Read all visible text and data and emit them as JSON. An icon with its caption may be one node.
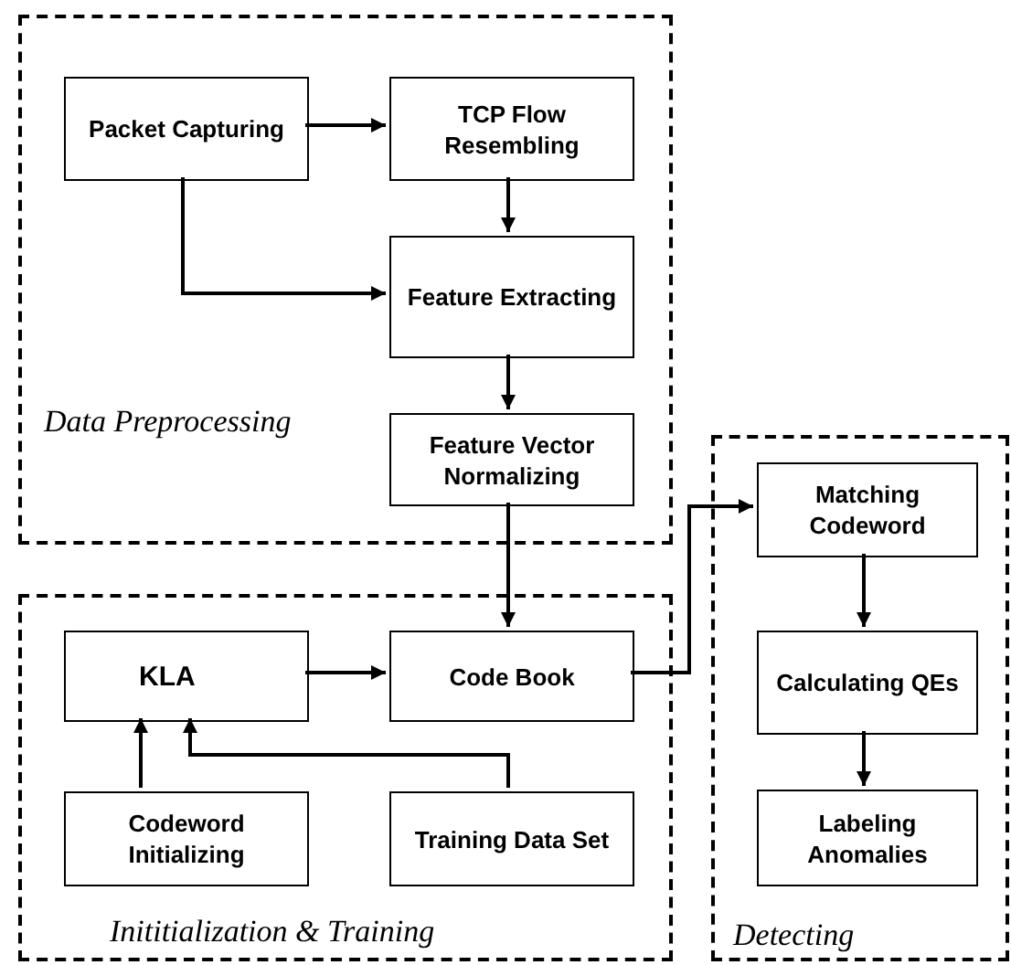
{
  "diagram": {
    "nodes": [
      {
        "text": [
          "Data Preprocessing"
        ]
      },
      {
        "text": [
          "Packet Capturing"
        ],
        "in": 0
      },
      {
        "text": [
          "TCP Flow Resembling"
        ],
        "in": 0
      },
      {
        "text": [
          "Feature Extracting"
        ],
        "in": 0
      },
      {
        "text": [
          "Feature Vector Normalizing"
        ],
        "in": 0
      },
      {
        "text": [
          "Inititialization & Training"
        ]
      },
      {
        "text": [
          "KLA"
        ],
        "in": 5
      },
      {
        "text": [
          "Code Book"
        ],
        "in": 5
      },
      {
        "text": [
          "Codeword Initializing"
        ],
        "in": 5
      },
      {
        "text": [
          "Training Data Set"
        ],
        "in": 5
      },
      {
        "text": [
          "Detecting"
        ]
      },
      {
        "text": [
          "Matching Codeword"
        ],
        "in": 10
      },
      {
        "text": [
          "Calculating QEs"
        ],
        "in": 10
      },
      {
        "text": [
          "Labeling Anomalies"
        ],
        "in": 10
      }
    ],
    "edges": [
      {
        "from": 1,
        "to": 2,
        "arrow": "to"
      },
      {
        "from": 1,
        "to": 3,
        "arrow": "to"
      },
      {
        "from": 2,
        "to": 3,
        "arrow": "to"
      },
      {
        "from": 3,
        "to": 4,
        "arrow": "to"
      },
      {
        "from": 4,
        "to": 7,
        "arrow": "to"
      },
      {
        "from": 7,
        "to": 11,
        "arrow": "to"
      },
      {
        "from": 6,
        "to": 7,
        "arrow": "to"
      },
      {
        "from": 8,
        "to": 6,
        "arrow": "to"
      },
      {
        "from": 9,
        "to": 6,
        "arrow": "to"
      },
      {
        "from": 11,
        "to": 12,
        "arrow": "to"
      },
      {
        "from": 12,
        "to": 13,
        "arrow": "to"
      }
    ]
  }
}
